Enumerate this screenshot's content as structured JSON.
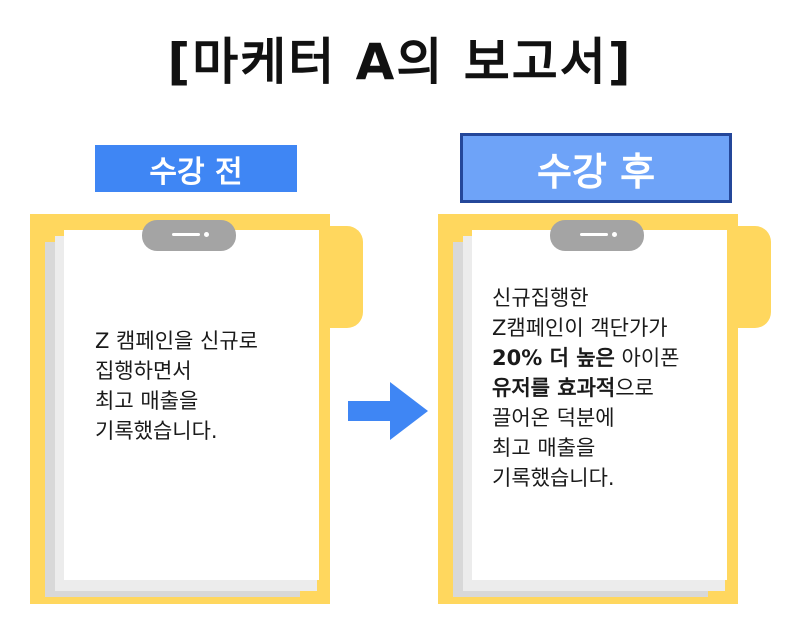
{
  "title": "[마케터 A의 보고서]",
  "before": {
    "label": "수강 전",
    "lines": [
      "Z 캠페인을 신규로",
      "집행하면서",
      "최고 매출을",
      "기록했습니다."
    ]
  },
  "after": {
    "label": "수강 후",
    "lines": [
      {
        "plain": "신규집행한"
      },
      {
        "plain": "Z캠페인이 객단가가"
      },
      {
        "bold": "20% 더 높은",
        "plain": " 아이폰"
      },
      {
        "bold": "유저를 효과적",
        "plain": "으로"
      },
      {
        "plain": "끌어온 덕분에"
      },
      {
        "plain": "최고 매출을"
      },
      {
        "plain": "기록했습니다."
      }
    ]
  },
  "colors": {
    "accent_blue": "#3f86f4",
    "accent_blue_light": "#6ea3f8",
    "accent_border": "#24479a",
    "clipboard_yellow": "#ffd75e",
    "clip_gray": "#a4a4a4"
  },
  "icons": {
    "arrow": "arrow-right-icon",
    "clip": "clipboard-clip-icon"
  }
}
